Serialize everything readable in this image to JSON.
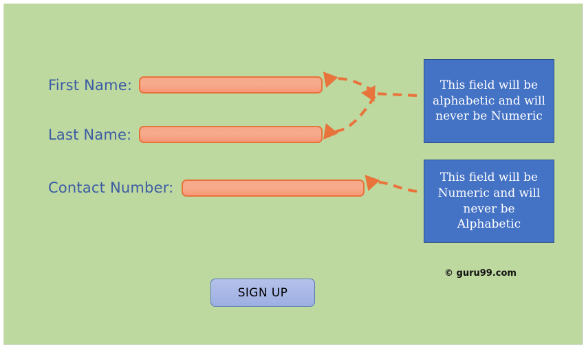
{
  "page": {
    "background_color": "#bdd9a0",
    "panel_border_color": "#a9bf95"
  },
  "form": {
    "fields": [
      {
        "label": "First Name:",
        "value": "",
        "placeholder": "",
        "input_fill": "#f7ab8d",
        "input_border": "#e8743c"
      },
      {
        "label": "Last Name:",
        "value": "",
        "placeholder": "",
        "input_fill": "#f7ab8d",
        "input_border": "#e8743c"
      },
      {
        "label": "Contact Number:",
        "value": "",
        "placeholder": "",
        "input_fill": "#f7ab8d",
        "input_border": "#e8743c"
      }
    ],
    "label_color": "#3c5ba4",
    "submit_label": "SIGN UP"
  },
  "callouts": [
    {
      "id": "alphabetic",
      "lines": [
        "This field will be",
        "alphabetic and will",
        "never be Numeric"
      ],
      "fill": "#4472c4",
      "border": "#2d4f8e",
      "text_color": "#ffffff"
    },
    {
      "id": "numeric",
      "lines": [
        "This field will be",
        "Numeric and will",
        "never be",
        "Alphabetic"
      ],
      "fill": "#4472c4",
      "border": "#2d4f8e",
      "text_color": "#ffffff"
    }
  ],
  "annotations": {
    "arrow_color": "#e8743c"
  },
  "watermark": {
    "text": "© guru99.com"
  }
}
